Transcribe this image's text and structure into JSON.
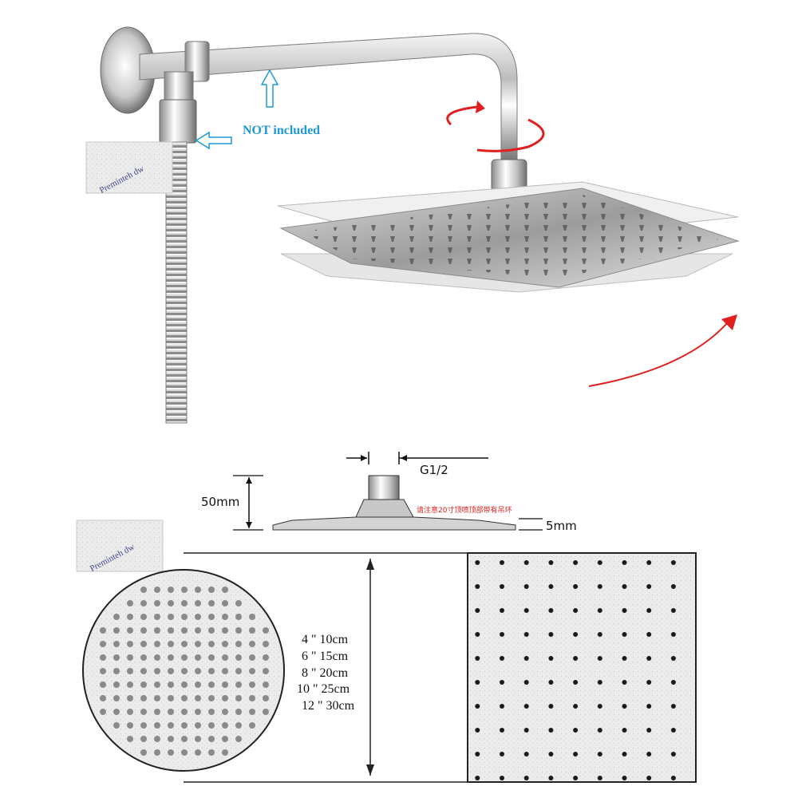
{
  "top_section": {
    "not_included_label": "NOT included"
  },
  "watermarks": {
    "text": "Preminteh dw"
  },
  "dimension_diagram": {
    "thread_label": "G1/2",
    "height_label": "50mm",
    "thickness_label": "5mm",
    "chinese_note": "请注意20寸顶喷顶部带有吊环",
    "sizes": [
      "4 \" 10cm",
      "6 \" 15cm",
      "8 \" 20cm",
      "10 \" 25cm",
      "12 \" 30cm"
    ]
  },
  "colors": {
    "arrow_red": "#e02020",
    "label_blue": "#1e9ad6",
    "outline": "#222222"
  }
}
